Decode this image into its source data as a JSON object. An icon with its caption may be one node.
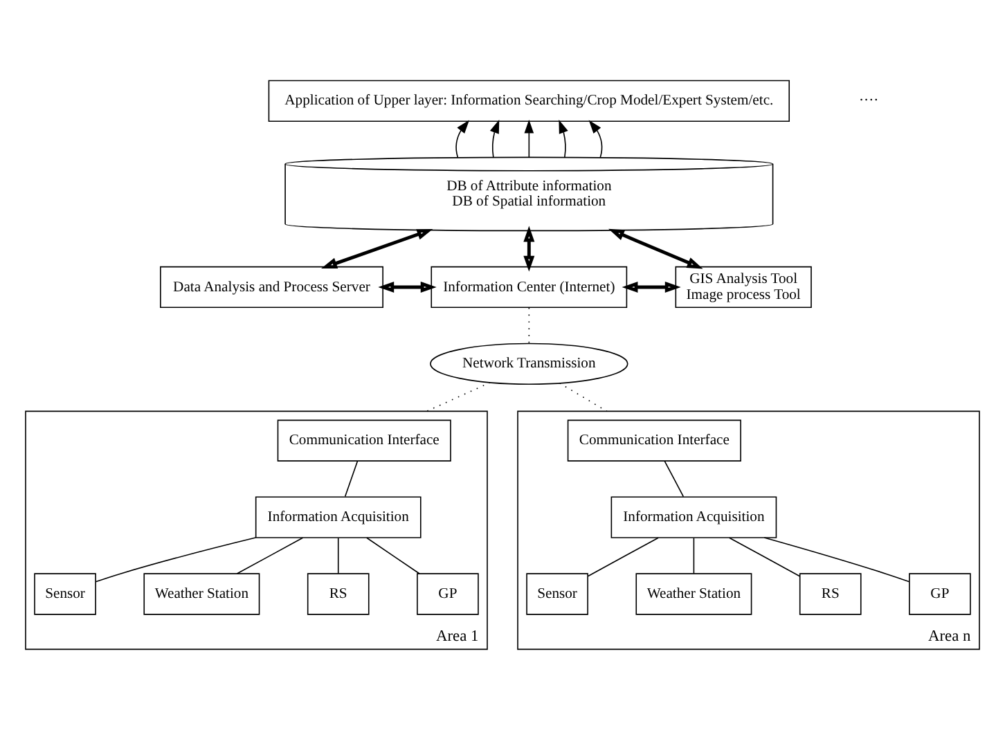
{
  "diagram": {
    "nodes": [
      {
        "text": [
          "Application of Upper layer: Information Searching/Crop Model/Expert System/etc."
        ]
      },
      {
        "text": [
          "DB of Attribute information",
          "DB of Spatial information"
        ]
      },
      {
        "text": [
          "Data Analysis and Process Server"
        ]
      },
      {
        "text": [
          "Information Center (Internet)"
        ]
      },
      {
        "text": [
          "GIS Analysis Tool",
          "Image process Tool"
        ]
      },
      {
        "text": [
          "Network Transmission"
        ]
      },
      {
        "text": [
          "Area 1"
        ]
      },
      {
        "text": [
          "Communication Interface"
        ],
        "in": 6
      },
      {
        "text": [
          "Information Acquisition"
        ],
        "in": 6
      },
      {
        "text": [
          "Sensor"
        ],
        "in": 6
      },
      {
        "text": [
          "Weather Station"
        ],
        "in": 6
      },
      {
        "text": [
          "RS"
        ],
        "in": 6
      },
      {
        "text": [
          "GP"
        ],
        "in": 6
      },
      {
        "text": [
          "Area n"
        ]
      },
      {
        "text": [
          "Communication Interface"
        ],
        "in": 13
      },
      {
        "text": [
          "Information Acquisition"
        ],
        "in": 13
      },
      {
        "text": [
          "Sensor"
        ],
        "in": 13
      },
      {
        "text": [
          "Weather Station"
        ],
        "in": 13
      },
      {
        "text": [
          "RS"
        ],
        "in": 13
      },
      {
        "text": [
          "GP"
        ],
        "in": 13
      }
    ],
    "edges": [
      {
        "from": 1,
        "to": 0,
        "arrow": "to"
      },
      {
        "from": 1,
        "to": 0,
        "arrow": "to"
      },
      {
        "from": 1,
        "to": 0,
        "arrow": "to"
      },
      {
        "from": 1,
        "to": 0,
        "arrow": "to"
      },
      {
        "from": 1,
        "to": 0,
        "arrow": "to"
      },
      {
        "from": 1,
        "to": 2,
        "arrow": "both",
        "style": "thick"
      },
      {
        "from": 1,
        "to": 3,
        "arrow": "both",
        "style": "thick"
      },
      {
        "from": 1,
        "to": 4,
        "arrow": "both",
        "style": "thick"
      },
      {
        "from": 2,
        "to": 3,
        "arrow": "both",
        "style": "thick"
      },
      {
        "from": 3,
        "to": 4,
        "arrow": "both",
        "style": "thick"
      },
      {
        "from": 3,
        "to": 5,
        "arrow": "none",
        "style": "dashed"
      },
      {
        "from": 5,
        "to": 6,
        "arrow": "none",
        "style": "dashed"
      },
      {
        "from": 5,
        "to": 13,
        "arrow": "none",
        "style": "dashed"
      },
      {
        "from": 7,
        "to": 8,
        "arrow": "none"
      },
      {
        "from": 8,
        "to": 9,
        "arrow": "none"
      },
      {
        "from": 8,
        "to": 10,
        "arrow": "none"
      },
      {
        "from": 8,
        "to": 11,
        "arrow": "none"
      },
      {
        "from": 8,
        "to": 12,
        "arrow": "none"
      },
      {
        "from": 14,
        "to": 15,
        "arrow": "none"
      },
      {
        "from": 15,
        "to": 16,
        "arrow": "none"
      },
      {
        "from": 15,
        "to": 17,
        "arrow": "none"
      },
      {
        "from": 15,
        "to": 18,
        "arrow": "none"
      },
      {
        "from": 15,
        "to": 19,
        "arrow": "none"
      }
    ],
    "labels": [
      "····"
    ]
  }
}
